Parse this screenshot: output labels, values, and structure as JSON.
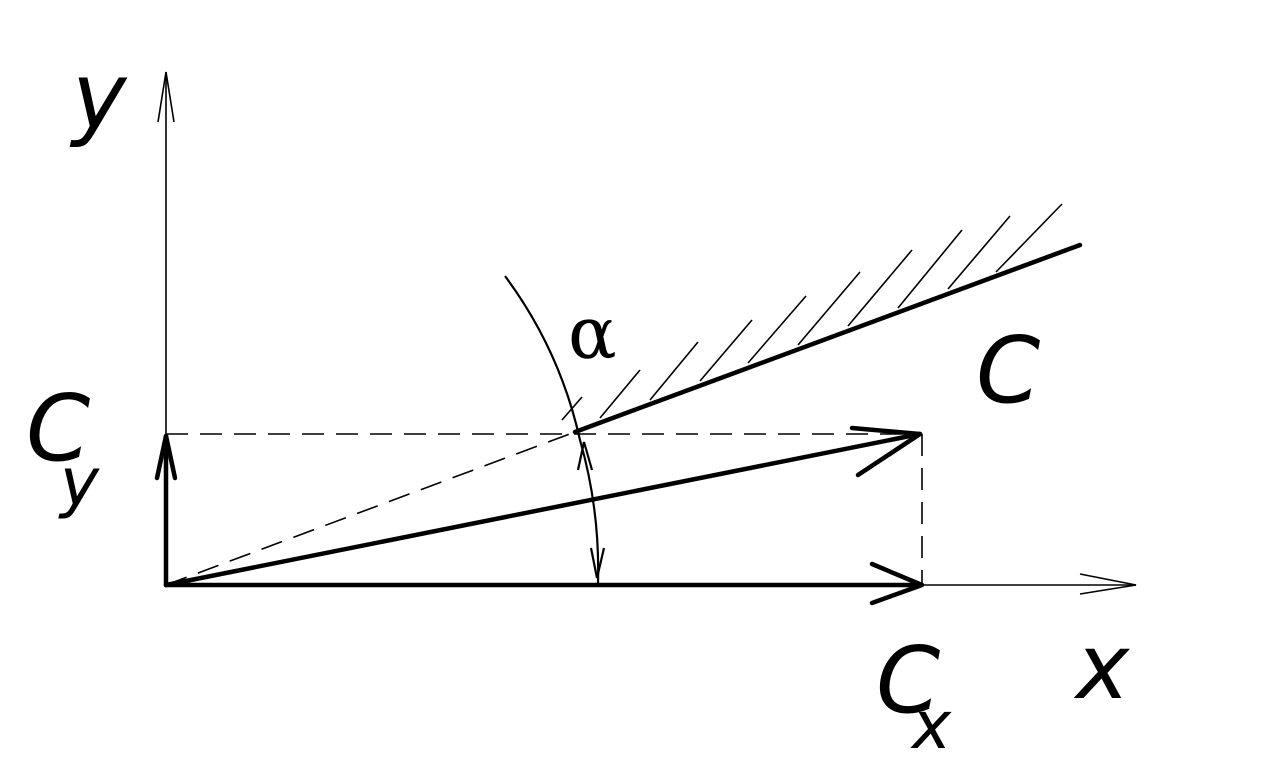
{
  "labels": {
    "y_axis": "y",
    "x_axis": "x",
    "c_y_main": "C",
    "c_y_sub": "y",
    "c_x_main": "C",
    "c_x_sub": "x",
    "c": "C",
    "alpha": "α"
  }
}
